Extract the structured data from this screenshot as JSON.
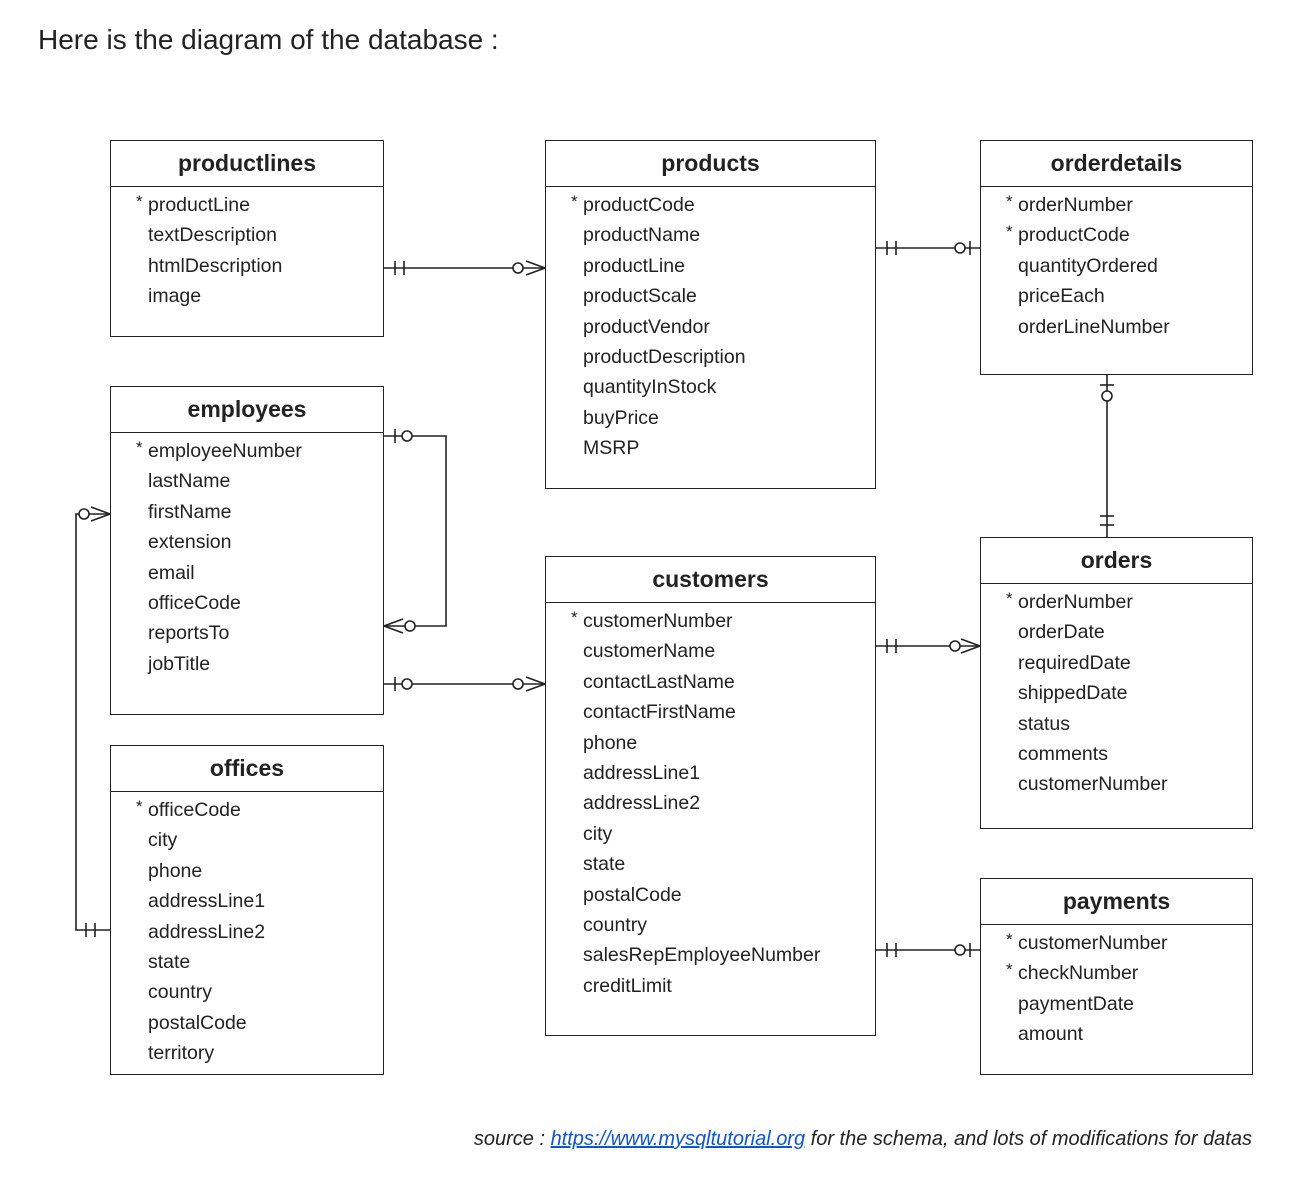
{
  "intro": "Here is the diagram of the database :",
  "entities": {
    "productlines": {
      "name": "productlines",
      "fields": [
        "productLine",
        "textDescription",
        "htmlDescription",
        "image"
      ]
    },
    "products": {
      "name": "products",
      "fields": [
        "productCode",
        "productName",
        "productLine",
        "productScale",
        "productVendor",
        "productDescription",
        "quantityInStock",
        "buyPrice",
        "MSRP"
      ]
    },
    "orderdetails": {
      "name": "orderdetails",
      "fields": [
        "orderNumber",
        "productCode",
        "quantityOrdered",
        "priceEach",
        "orderLineNumber"
      ]
    },
    "employees": {
      "name": "employees",
      "fields": [
        "employeeNumber",
        "lastName",
        "firstName",
        "extension",
        "email",
        "officeCode",
        "reportsTo",
        "jobTitle"
      ]
    },
    "customers": {
      "name": "customers",
      "fields": [
        "customerNumber",
        "customerName",
        "contactLastName",
        "contactFirstName",
        "phone",
        "addressLine1",
        "addressLine2",
        "city",
        "state",
        "postalCode",
        "country",
        "salesRepEmployeeNumber",
        "creditLimit"
      ]
    },
    "orders": {
      "name": "orders",
      "fields": [
        "orderNumber",
        "orderDate",
        "requiredDate",
        "shippedDate",
        "status",
        "comments",
        "customerNumber"
      ]
    },
    "offices": {
      "name": "offices",
      "fields": [
        "officeCode",
        "city",
        "phone",
        "addressLine1",
        "addressLine2",
        "state",
        "country",
        "postalCode",
        "territory"
      ]
    },
    "payments": {
      "name": "payments",
      "fields": [
        "customerNumber",
        "checkNumber",
        "paymentDate",
        "amount"
      ]
    }
  },
  "pk_marker": "*",
  "source": {
    "prefix": "source : ",
    "link": "https://www.mysqltutorial.org",
    "suffix": " for the schema, and lots of modifications for datas"
  },
  "colors": {
    "line": "#222222",
    "link": "#1155cc"
  }
}
